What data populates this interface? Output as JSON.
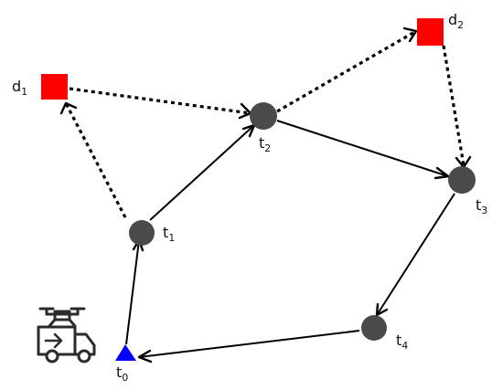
{
  "colors": {
    "target": "#4a4a4a",
    "drone_stop": "#ff0000",
    "depot": "#0000ff",
    "edge": "#000000",
    "icon": "#2b2b2b"
  },
  "nodes": {
    "t0": {
      "base": "t",
      "sub": "0",
      "kind": "depot"
    },
    "t1": {
      "base": "t",
      "sub": "1",
      "kind": "target"
    },
    "t2": {
      "base": "t",
      "sub": "2",
      "kind": "target"
    },
    "t3": {
      "base": "t",
      "sub": "3",
      "kind": "target"
    },
    "t4": {
      "base": "t",
      "sub": "4",
      "kind": "target"
    },
    "d1": {
      "base": "d",
      "sub": "1",
      "kind": "drone-stop"
    },
    "d2": {
      "base": "d",
      "sub": "2",
      "kind": "drone-stop"
    }
  },
  "truck_route": [
    "t0",
    "t1",
    "t2",
    "t3",
    "t4",
    "t0"
  ],
  "drone_routes": [
    [
      "t1",
      "d1",
      "t2"
    ],
    [
      "t2",
      "d2",
      "t3"
    ]
  ],
  "legend_icon": "truck-with-drone-icon"
}
